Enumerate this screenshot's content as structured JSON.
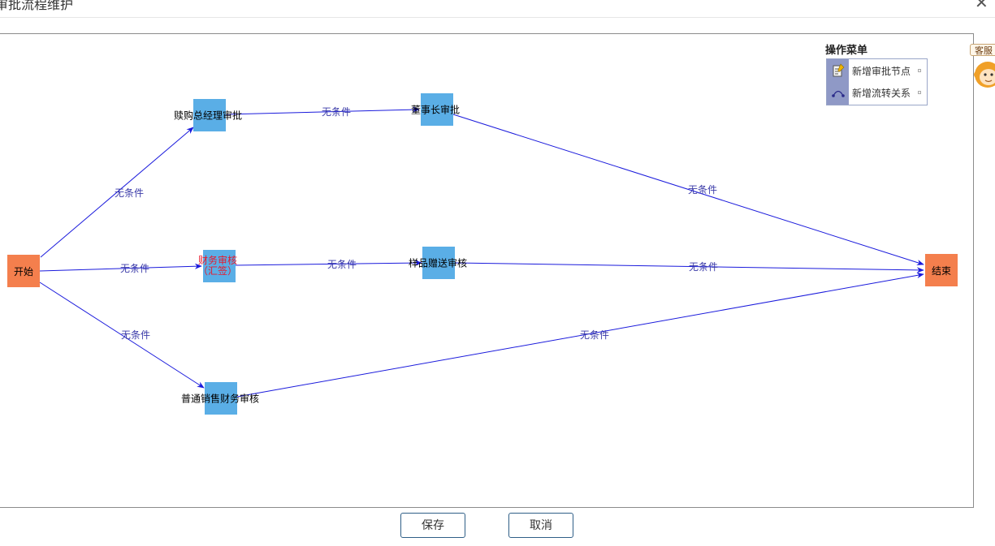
{
  "dialog": {
    "title": "审批流程维护",
    "close_symbol": "✕"
  },
  "flow": {
    "nodes": {
      "start": "开始",
      "purchase_gm": "赎购总经理审批",
      "chairman": "董事长审批",
      "finance_line1": "财务审核",
      "finance_line2": "（汇签）",
      "sample_gift": "样品赠送审核",
      "sales_finance": "普通销售财务审核",
      "end": "结束"
    },
    "edges": {
      "start_to_purchase": "无条件",
      "purchase_to_chairman": "无条件",
      "chairman_to_end": "无条件",
      "start_to_finance": "无条件",
      "finance_to_sample": "无条件",
      "sample_to_end": "无条件",
      "start_to_sales": "无条件",
      "sales_to_end": "无条件"
    },
    "colors": {
      "task_node": "#5aaee6",
      "terminal_node": "#f47f4d",
      "edge": "#1a1adc",
      "highlight_text": "#e8192c"
    }
  },
  "menu": {
    "title": "操作菜单",
    "items": [
      {
        "label": "新增审批节点",
        "icon": "add-node-icon"
      },
      {
        "label": "新增流转关系",
        "icon": "add-relation-icon"
      }
    ]
  },
  "customer_service": {
    "label": "客服"
  },
  "footer": {
    "save_label": "保存",
    "cancel_label": "取消"
  }
}
